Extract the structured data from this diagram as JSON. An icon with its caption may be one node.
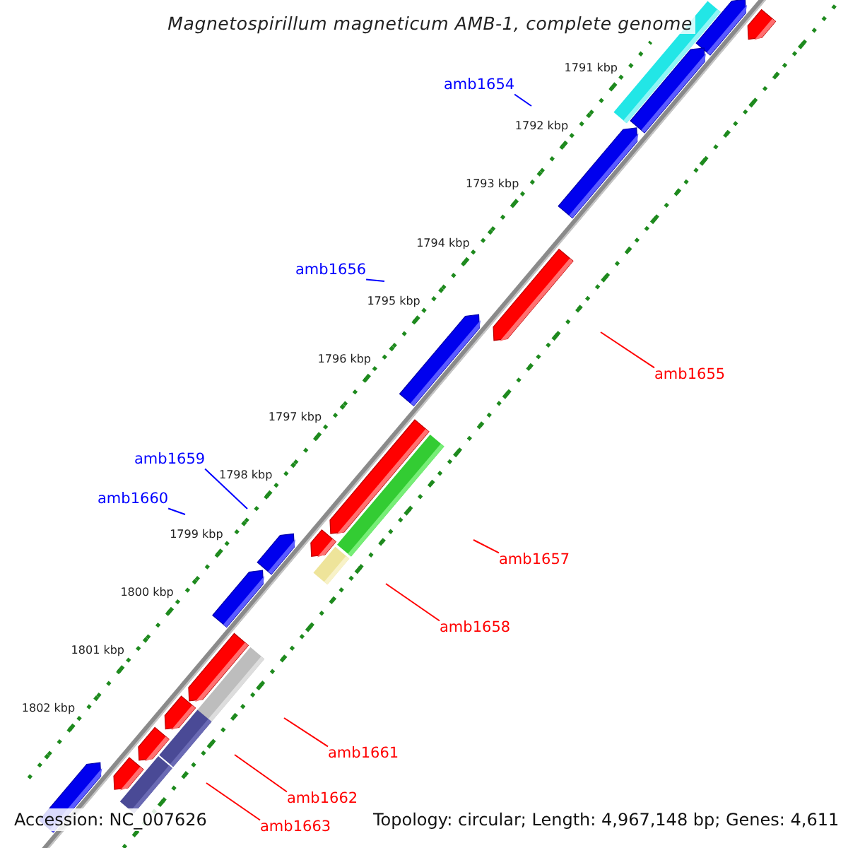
{
  "diagram": {
    "title": "Magnetospirillum magneticum AMB-1, complete genome",
    "nodes": [
      {
        "text": [
          "amb1654"
        ]
      },
      {
        "text": [
          "amb1656"
        ]
      },
      {
        "text": [
          "amb1655"
        ]
      },
      {
        "text": [
          "amb1659"
        ]
      },
      {
        "text": [
          "amb1660"
        ]
      },
      {
        "text": [
          "amb1657"
        ]
      },
      {
        "text": [
          "amb1658"
        ]
      },
      {
        "text": [
          "amb1661"
        ]
      },
      {
        "text": [
          "amb1662"
        ]
      },
      {
        "text": [
          "amb1663"
        ]
      }
    ],
    "edges": [
      {
        "from": 0,
        "to": null,
        "arrow": "none",
        "color": "#0000ff"
      },
      {
        "from": 1,
        "to": null,
        "arrow": "none",
        "color": "#0000ff"
      },
      {
        "from": 2,
        "to": null,
        "arrow": "none"
      },
      {
        "from": 3,
        "to": null,
        "arrow": "none",
        "color": "#0000ff"
      },
      {
        "from": 4,
        "to": null,
        "arrow": "none",
        "color": "#0000ff"
      },
      {
        "from": 5,
        "to": null,
        "arrow": "none"
      },
      {
        "from": 6,
        "to": null,
        "arrow": "none"
      },
      {
        "from": 7,
        "to": null,
        "arrow": "none"
      },
      {
        "from": 8,
        "to": null,
        "arrow": "none"
      },
      {
        "from": 9,
        "to": null,
        "arrow": "none"
      }
    ],
    "labels": [
      "1791 kbp",
      "1792 kbp",
      "1793 kbp",
      "1794 kbp",
      "1795 kbp",
      "1796 kbp",
      "1797 kbp",
      "1798 kbp",
      "1799 kbp",
      "1800 kbp",
      "1801 kbp",
      "1802 kbp",
      "Accession: NC_007626",
      "Topology: circular; Length: 4,967,148 bp; Genes: 4,611"
    ]
  }
}
